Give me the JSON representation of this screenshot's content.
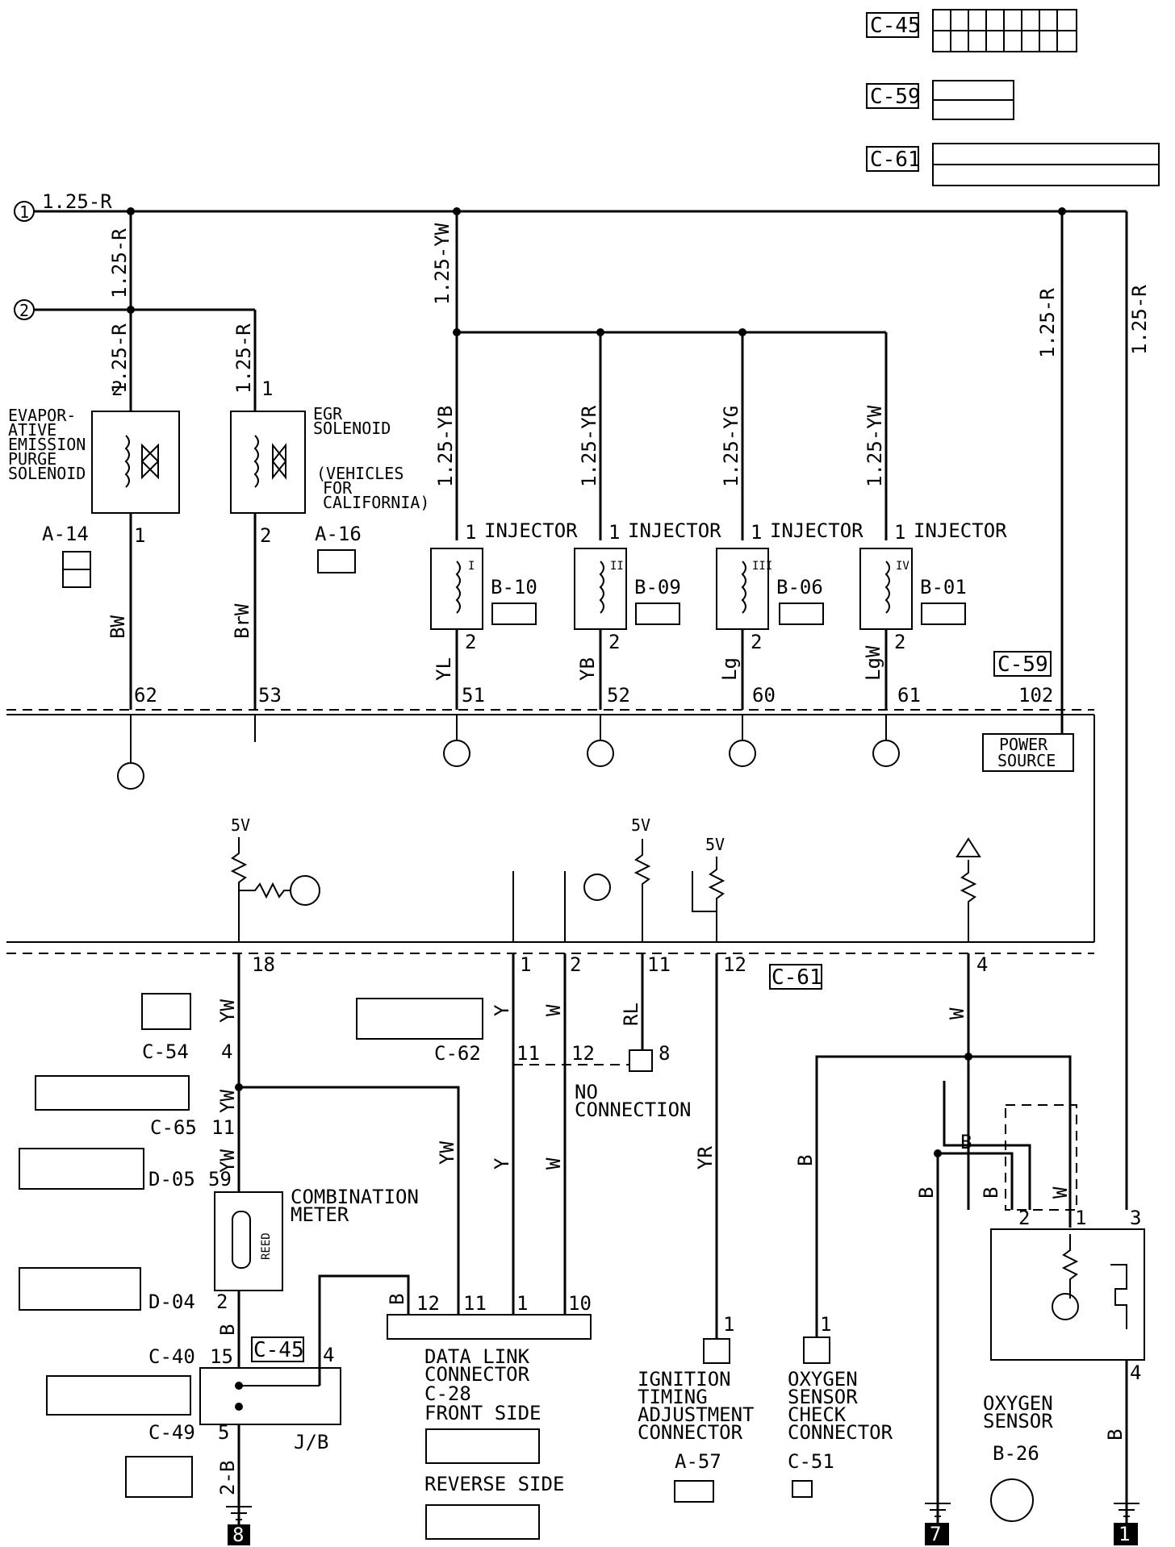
{
  "top_connectors": {
    "c45": "C-45",
    "c59": "C-59",
    "c61": "C-61"
  },
  "inputs": {
    "in1": "1",
    "in2": "2"
  },
  "wires": {
    "r_main": "1.25-R",
    "yw": "1.25-YW",
    "yb": "1.25-YB",
    "yr": "1.25-YR",
    "yg": "1.25-YG",
    "inj4": "1.25-YW"
  },
  "evap": {
    "name_l1": "EVAPOR-",
    "name_l2": "ATIVE",
    "name_l3": "EMISSION",
    "name_l4": "PURGE",
    "name_l5": "SOLENOID",
    "conn": "A-14",
    "pin_top": "2",
    "pin_bot": "1",
    "wire": "BW",
    "ecu_pin": "62"
  },
  "egr": {
    "name_l1": "EGR",
    "name_l2": "SOLENOID",
    "note_l1": "(VEHICLES",
    "note_l2": "FOR",
    "note_l3": "CALIFORNIA)",
    "conn": "A-16",
    "pin_top": "1",
    "pin_bot": "2",
    "wire": "BrW",
    "ecu_pin": "53"
  },
  "injectors": [
    {
      "label": "INJECTOR",
      "num": "I",
      "conn": "B-10",
      "pin_top": "1",
      "pin_bot": "2",
      "wire": "YL",
      "ecu_pin": "51"
    },
    {
      "label": "INJECTOR",
      "num": "II",
      "conn": "B-09",
      "pin_top": "1",
      "pin_bot": "2",
      "wire": "YB",
      "ecu_pin": "52"
    },
    {
      "label": "INJECTOR",
      "num": "III",
      "conn": "B-06",
      "pin_top": "1",
      "pin_bot": "2",
      "wire": "Lg",
      "ecu_pin": "60"
    },
    {
      "label": "INJECTOR",
      "num": "IV",
      "conn": "B-01",
      "pin_top": "1",
      "pin_bot": "2",
      "wire": "LgW",
      "ecu_pin": "61"
    }
  ],
  "power": {
    "conn": "C-59",
    "pin": "102",
    "label_l1": "POWER",
    "label_l2": "SOURCE"
  },
  "ecu_lower": {
    "v1": "5V",
    "v2": "5V",
    "v3": "5V",
    "pin18": "18",
    "pin1": "1",
    "pin2": "2",
    "pin11": "11",
    "pin12": "12",
    "pin4": "4",
    "conn": "C-61"
  },
  "wire_codes": {
    "yw": "YW",
    "y": "Y",
    "w": "W",
    "rl": "RL",
    "yr": "YR",
    "b": "B",
    "b2": "2-B"
  },
  "left_conns": {
    "c54": "C-54",
    "c54_pin": "4",
    "c65": "C-65",
    "c65_pin": "11",
    "d05": "D-05",
    "d05_pin": "59",
    "d04": "D-04",
    "d04_pin": "2",
    "c40": "C-40",
    "c40_pin": "15",
    "c49": "C-49",
    "c49_pin": "5",
    "c45": "C-45",
    "c45_pin": "4",
    "jb": "J/B"
  },
  "meter": {
    "l1": "COMBINATION",
    "l2": "METER",
    "reed": "REED"
  },
  "c62": {
    "conn": "C-62",
    "pin11": "11",
    "pin12": "12",
    "pin8": "8",
    "nc_l1": "NO",
    "nc_l2": "CONNECTION"
  },
  "dlc": {
    "l1": "DATA LINK",
    "l2": "CONNECTOR",
    "conn": "C-28",
    "l3": "FRONT SIDE",
    "l4": "REVERSE SIDE",
    "p12": "12",
    "p11": "11",
    "p1": "1",
    "p10": "10"
  },
  "ign": {
    "l1": "IGNITION",
    "l2": "TIMING",
    "l3": "ADJUSTMENT",
    "l4": "CONNECTOR",
    "conn": "A-57",
    "pin": "1"
  },
  "o2chk": {
    "l1": "OXYGEN",
    "l2": "SENSOR",
    "l3": "CHECK",
    "l4": "CONNECTOR",
    "conn": "C-51",
    "pin": "1"
  },
  "o2": {
    "l1": "OXYGEN",
    "l2": "SENSOR",
    "conn": "B-26",
    "p1": "1",
    "p2": "2",
    "p3": "3",
    "p4": "4"
  },
  "grounds": {
    "g7": "7",
    "g1": "1",
    "g8": "8"
  }
}
